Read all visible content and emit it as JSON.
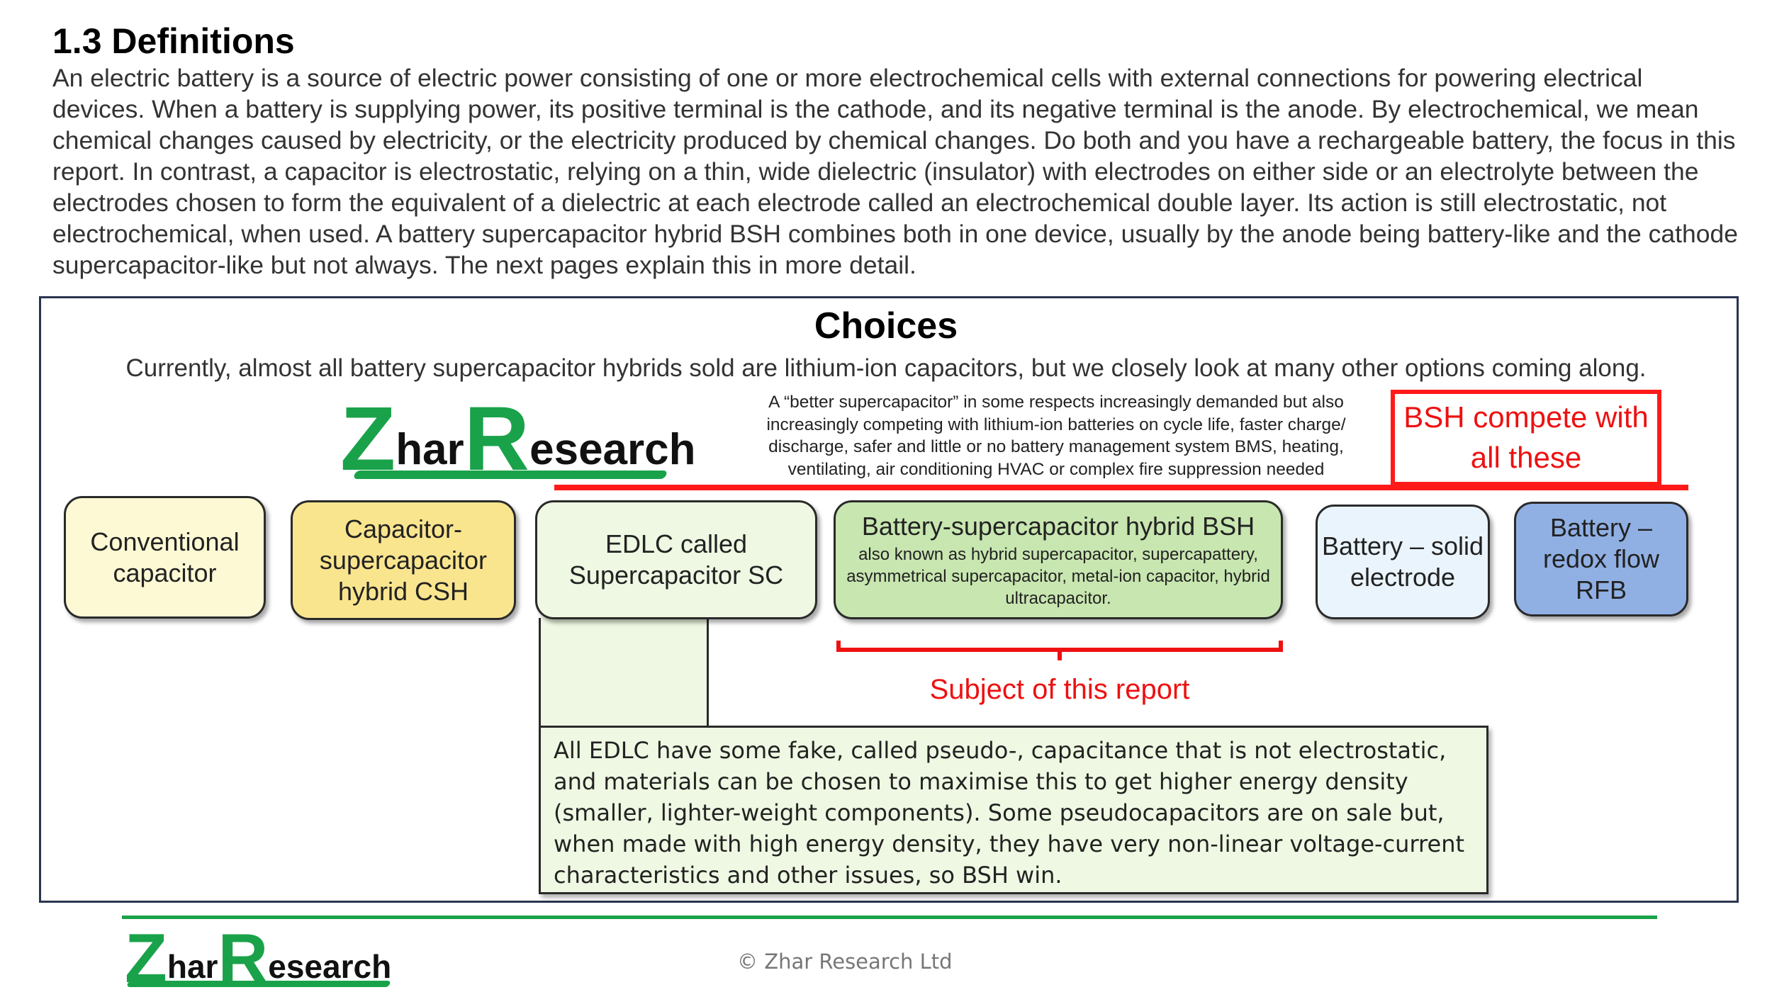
{
  "heading": "1.3 Definitions",
  "intro": "An electric battery is a source of electric power consisting of one or more electrochemical cells with external connections for powering electrical devices. When a battery is supplying power, its positive terminal is the cathode, and its negative terminal is the anode. By electrochemical, we mean chemical changes caused by electricity, or the electricity produced by chemical changes. Do both and you have a rechargeable battery, the focus in this report. In contrast, a capacitor is electrostatic, relying on a thin, wide dielectric (insulator) with electrodes on either side or an electrolyte between the electrodes chosen to form the equivalent of a dielectric at each electrode called an electrochemical double layer. Its action is still electrostatic, not electrochemical, when used. A battery supercapacitor hybrid BSH combines both in one device, usually by the anode being battery-like and the cathode supercapacitor-like but not always. The next pages explain this in more detail.",
  "diagram": {
    "title": "Choices",
    "subtitle": "Currently, almost all battery supercapacitor hybrids sold are lithium-ion capacitors, but we closely look at many other options coming along.",
    "logo": {
      "initial1": "Z",
      "rest1": "har",
      "initial2": "R",
      "rest2": "esearch"
    },
    "better_note": "A “better supercapacitor” in some respects increasingly demanded but also increasingly competing with lithium-ion batteries on cycle life, faster charge/ discharge, safer and little or no battery management system BMS, heating, ventilating, air conditioning  HVAC or complex fire suppression needed",
    "bsh_compete": "BSH compete with all these",
    "choices": [
      {
        "label": "Conventional capacitor",
        "color": "#fdf9d4"
      },
      {
        "label": "Capacitor-supercapacitor hybrid CSH",
        "color": "#fae58f"
      },
      {
        "label": "EDLC called Supercapacitor SC",
        "color": "#eef8e2"
      },
      {
        "label": "Battery-supercapacitor hybrid BSH",
        "aka": "also known as hybrid supercapacitor, supercapattery, asymmetrical supercapacitor, metal-ion capacitor, hybrid ultracapacitor.",
        "color": "#c8e6b0"
      },
      {
        "label": "Battery – solid electrode",
        "color": "#eaf4fc"
      },
      {
        "label": "Battery – redox flow RFB",
        "color": "#90b0e4"
      }
    ],
    "subject_label": "Subject of this report",
    "pseudo_note": "All EDLC have some fake, called pseudo-, capacitance that is not electrostatic, and materials can be chosen to maximise this to get higher energy density (smaller, lighter-weight components). Some pseudocapacitors are on sale but, when made with high energy density, they have very non-linear voltage-current characteristics and other issues, so BSH win."
  },
  "footer": {
    "logo": {
      "initial1": "Z",
      "rest1": "har",
      "initial2": "R",
      "rest2": "esearch"
    },
    "copyright": "© Zhar Research Ltd"
  },
  "colors": {
    "accent_green": "#1aa24a",
    "highlight_red": "#ee1111",
    "frame": "#2a3550"
  }
}
